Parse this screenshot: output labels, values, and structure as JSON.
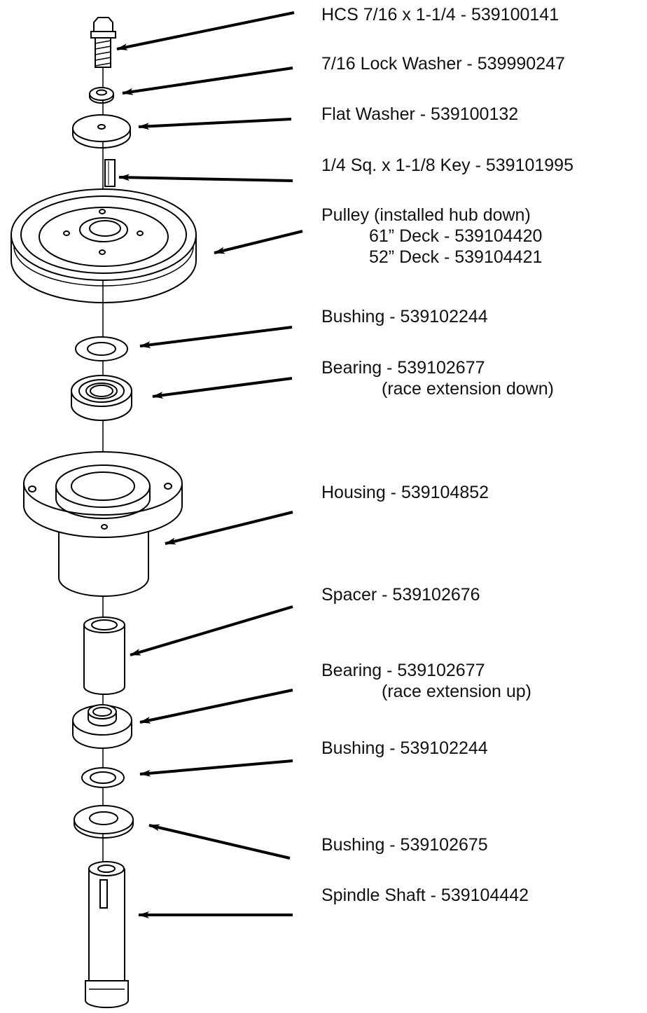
{
  "parts": [
    {
      "label": "HCS 7/16 x 1-1/4 - 539100141"
    },
    {
      "label": "7/16 Lock Washer - 539990247"
    },
    {
      "label": "Flat Washer - 539100132"
    },
    {
      "label": "1/4 Sq. x 1-1/8 Key - 539101995"
    },
    {
      "label": "Pulley (installed hub down)",
      "lines": [
        "61” Deck - 539104420",
        "52” Deck - 539104421"
      ]
    },
    {
      "label": "Bushing - 539102244"
    },
    {
      "label": "Bearing - 539102677",
      "lines": [
        "(race extension down)"
      ]
    },
    {
      "label": "Housing - 539104852"
    },
    {
      "label": "Spacer - 539102676"
    },
    {
      "label": "Bearing - 539102677",
      "lines": [
        "(race extension up)"
      ]
    },
    {
      "label": "Bushing - 539102244"
    },
    {
      "label": "Bushing - 539102675"
    },
    {
      "label": "Spindle Shaft - 539104442"
    }
  ]
}
